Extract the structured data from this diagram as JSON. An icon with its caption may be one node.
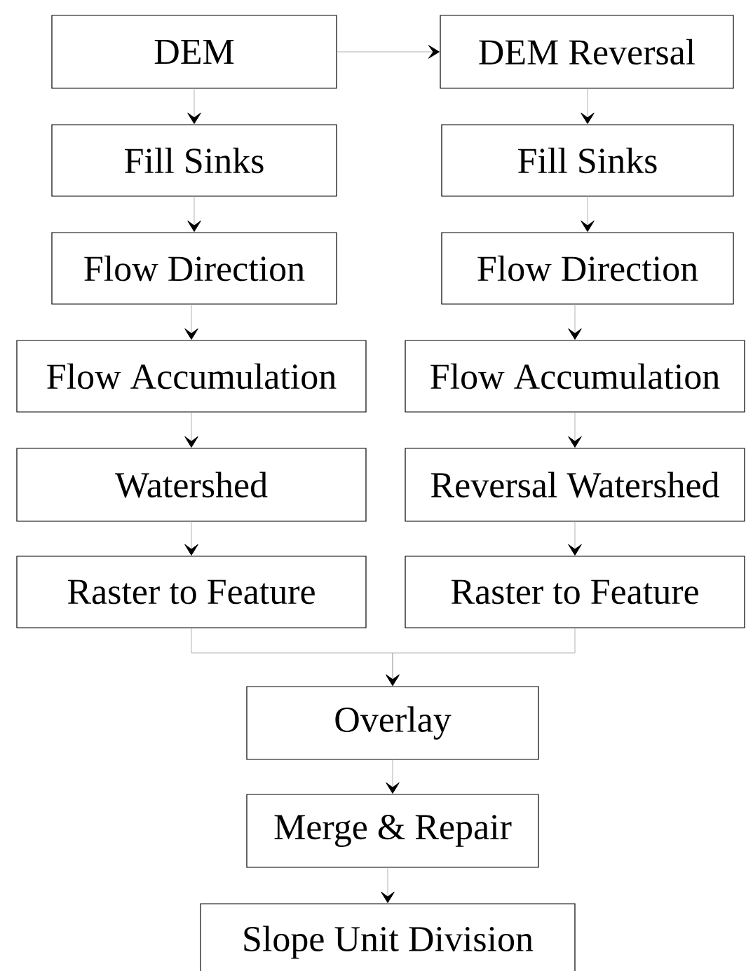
{
  "diagram": {
    "nodes": [
      {
        "text": [
          "DEM"
        ]
      },
      {
        "text": [
          "Fill Sinks"
        ]
      },
      {
        "text": [
          "Flow Direction"
        ]
      },
      {
        "text": [
          "Flow Accumulation"
        ]
      },
      {
        "text": [
          "Watershed"
        ]
      },
      {
        "text": [
          "Raster to Feature"
        ]
      },
      {
        "text": [
          "DEM Reversal"
        ]
      },
      {
        "text": [
          "Fill Sinks"
        ]
      },
      {
        "text": [
          "Flow Direction"
        ]
      },
      {
        "text": [
          "Flow Accumulation"
        ]
      },
      {
        "text": [
          "Reversal Watershed"
        ]
      },
      {
        "text": [
          "Raster to Feature"
        ]
      },
      {
        "text": [
          "Overlay"
        ]
      },
      {
        "text": [
          "Merge & Repair"
        ]
      },
      {
        "text": [
          "Slope Unit Division"
        ]
      }
    ],
    "edges": [
      {
        "from": 0,
        "to": 1,
        "arrow": "to"
      },
      {
        "from": 1,
        "to": 2,
        "arrow": "to"
      },
      {
        "from": 2,
        "to": 3,
        "arrow": "to"
      },
      {
        "from": 3,
        "to": 4,
        "arrow": "to"
      },
      {
        "from": 4,
        "to": 5,
        "arrow": "to"
      },
      {
        "from": 0,
        "to": 6,
        "arrow": "to"
      },
      {
        "from": 6,
        "to": 7,
        "arrow": "to"
      },
      {
        "from": 7,
        "to": 8,
        "arrow": "to"
      },
      {
        "from": 8,
        "to": 9,
        "arrow": "to"
      },
      {
        "from": 9,
        "to": 10,
        "arrow": "to"
      },
      {
        "from": 10,
        "to": 11,
        "arrow": "to"
      },
      {
        "from": 5,
        "to": 12,
        "arrow": "to"
      },
      {
        "from": 11,
        "to": 12,
        "arrow": "to"
      },
      {
        "from": 12,
        "to": 13,
        "arrow": "to"
      },
      {
        "from": 13,
        "to": 14,
        "arrow": "to"
      }
    ]
  }
}
